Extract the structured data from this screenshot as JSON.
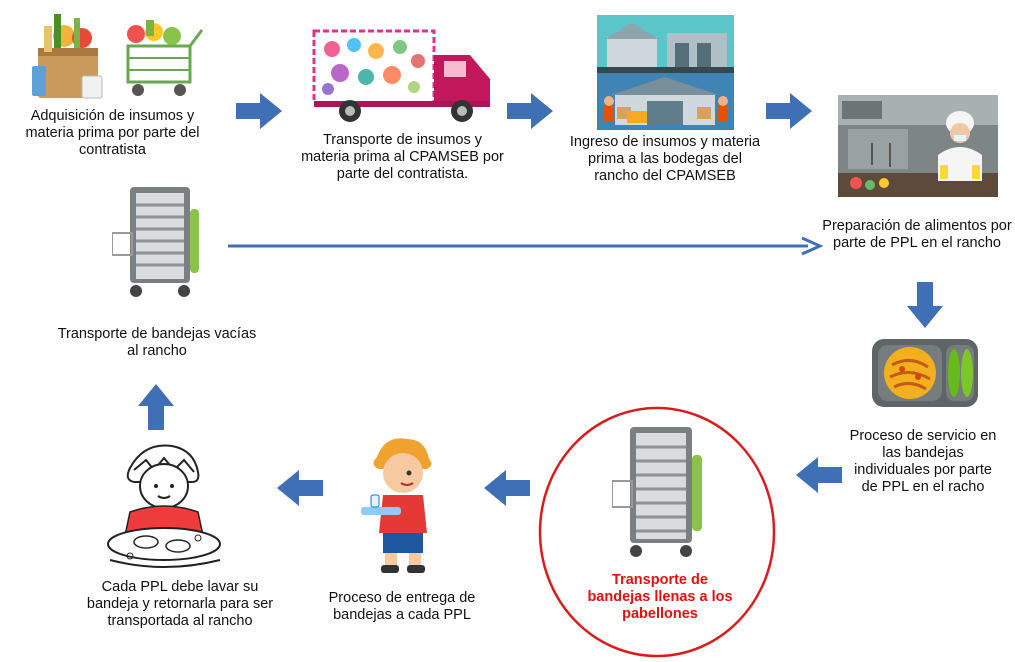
{
  "steps": [
    {
      "id": "s1",
      "label": "Adquisición de insumos y materia prima por parte del contratista",
      "icon": "groceries-and-cart-icon"
    },
    {
      "id": "s2",
      "label": "Transporte de insumos y materia prima al CPAMSEB por parte del contratista.",
      "icon": "delivery-truck-icon"
    },
    {
      "id": "s3",
      "label": "Ingreso de insumos y materia prima a las bodegas del rancho del CPAMSEB",
      "icon": "warehouse-icon"
    },
    {
      "id": "s4",
      "label": "Preparación de alimentos por parte de PPL en el rancho",
      "icon": "kitchen-chef-icon"
    },
    {
      "id": "s5",
      "label": "Proceso de servicio en las bandejas individuales por parte de PPL en el racho",
      "icon": "food-tray-icon"
    },
    {
      "id": "s6",
      "label": "Transporte de bandejas llenas a los pabellones",
      "icon": "tray-cart-icon",
      "highlighted": true
    },
    {
      "id": "s7",
      "label": "Proceso de entrega de bandejas a cada PPL",
      "icon": "boy-with-tray-icon"
    },
    {
      "id": "s8",
      "label": "Cada PPL debe lavar su bandeja y retornarla para ser transportada al rancho",
      "icon": "washing-dishes-icon"
    },
    {
      "id": "s9",
      "label": "Transporte de bandejas vacías al rancho",
      "icon": "empty-tray-cart-icon"
    }
  ],
  "colors": {
    "arrow": "#3f6fb4",
    "highlight_ring": "#d81b1b",
    "highlight_text": "#e01010"
  }
}
